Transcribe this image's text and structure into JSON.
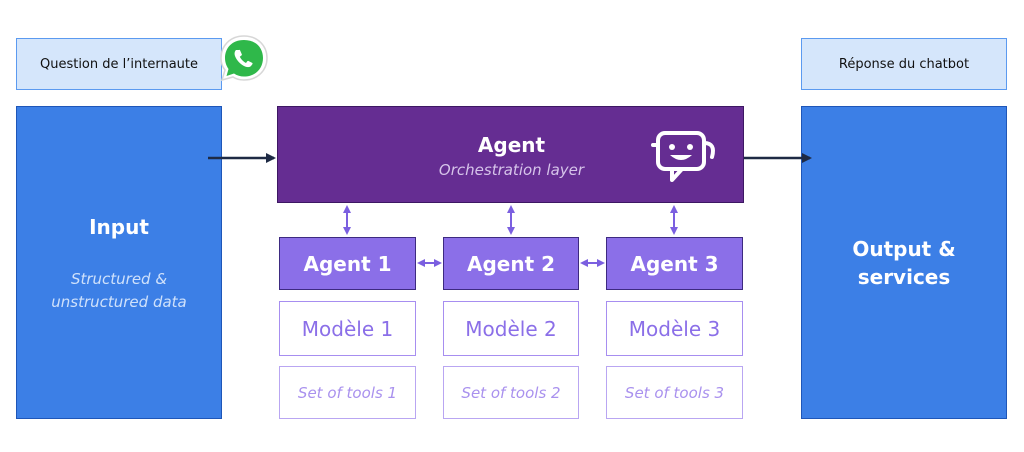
{
  "question_label": "Question de l’internaute",
  "response_label": "Réponse du chatbot",
  "input": {
    "title": "Input",
    "subtitle_line1": "Structured &",
    "subtitle_line2": "unstructured data"
  },
  "orchestrator": {
    "title": "Agent",
    "subtitle": "Orchestration layer"
  },
  "output": {
    "title_line1": "Output &",
    "title_line2": "services"
  },
  "agents": [
    {
      "name": "Agent 1",
      "model": "Modèle 1",
      "tools": "Set of tools 1"
    },
    {
      "name": "Agent 2",
      "model": "Modèle 2",
      "tools": "Set of tools 2"
    },
    {
      "name": "Agent 3",
      "model": "Modèle 3",
      "tools": "Set of tools 3"
    }
  ],
  "icons": {
    "whatsapp": "whatsapp-icon",
    "chatbot": "chatbot-icon"
  },
  "colors": {
    "input_blue": "#3c7fe6",
    "orchestrator_purple": "#652d92",
    "agent_purple": "#8b6fe8",
    "arrow": "#1e2a44"
  }
}
